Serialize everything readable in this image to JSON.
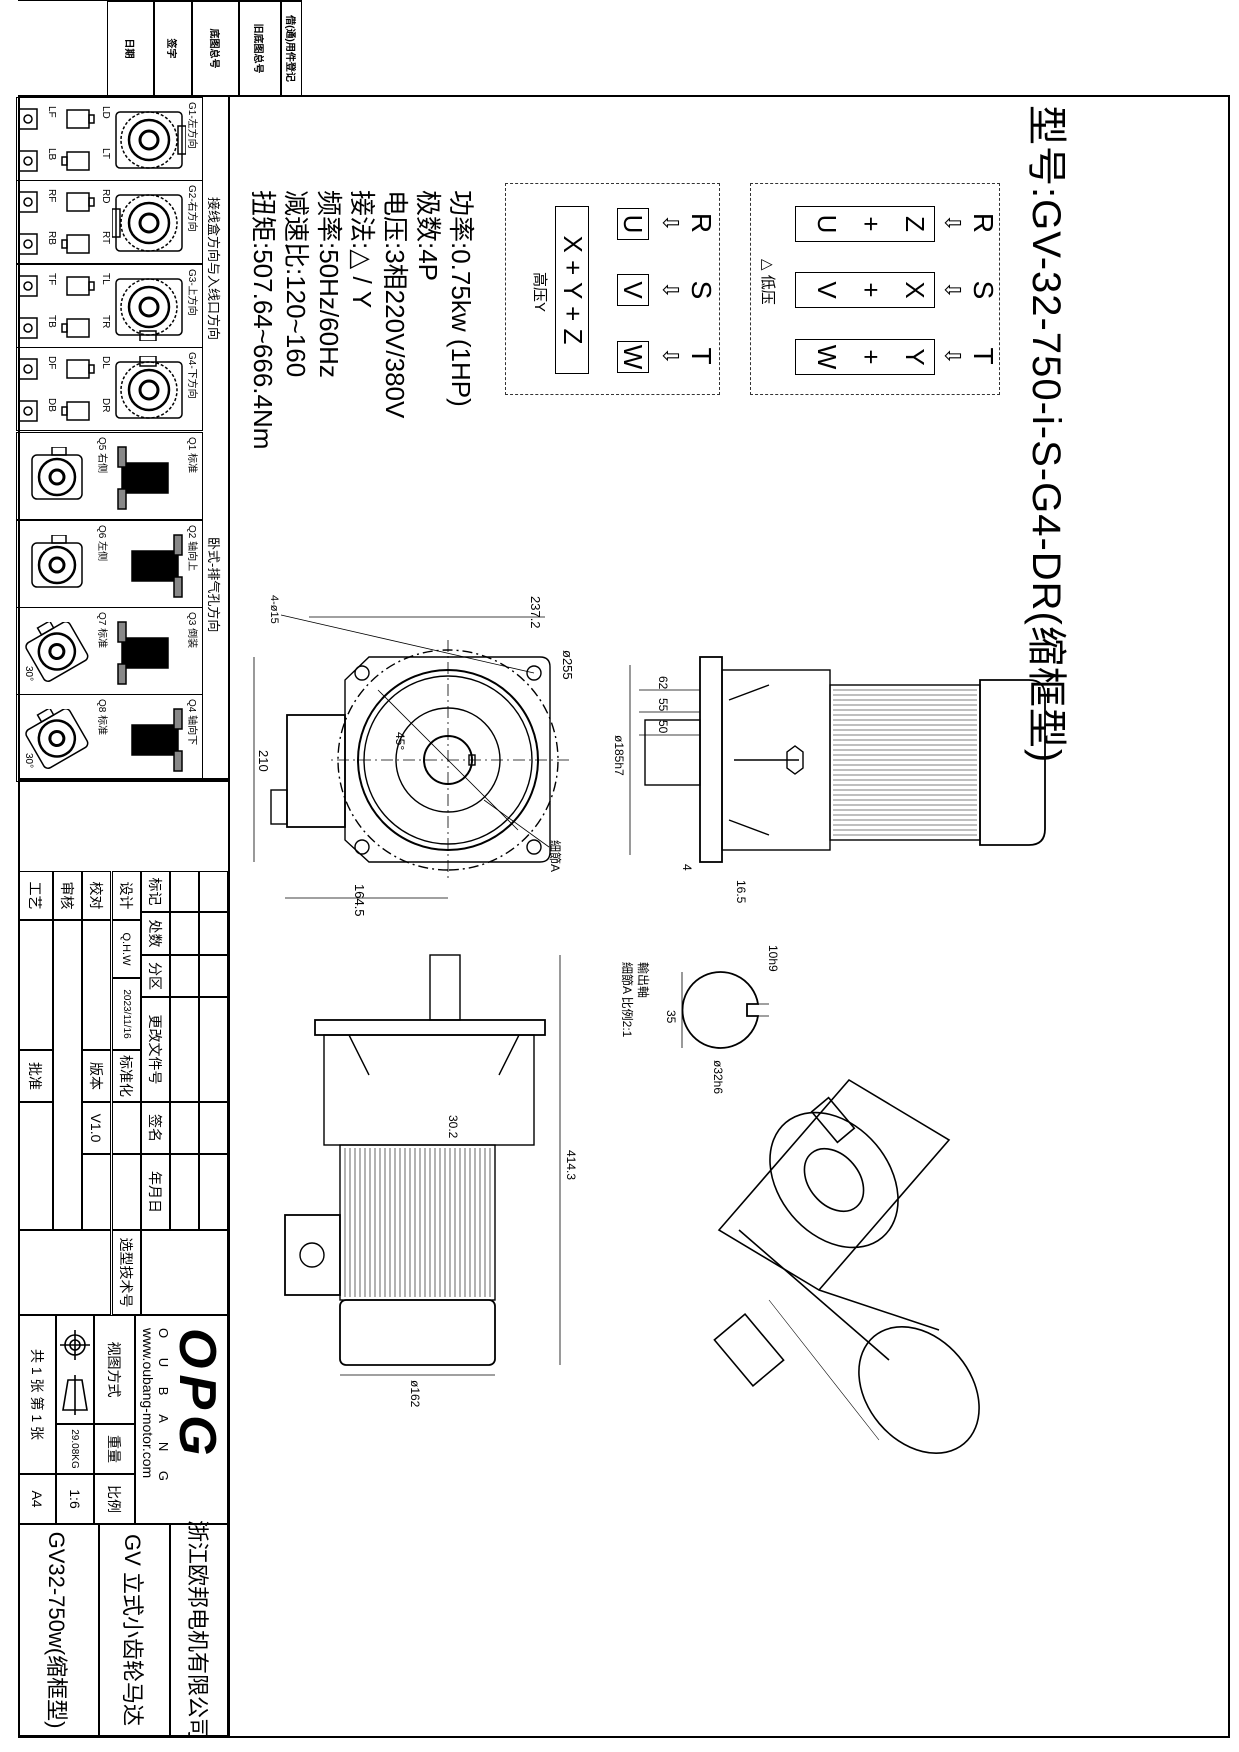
{
  "model_title": "型号:GV-32-750-i-S-G4-DR(缩框型)",
  "specs": [
    "功率:0.75kw (1HP)",
    "极数:4P",
    "电压:3相220V/380V",
    "接法:△ / Y",
    "频率:50Hz/60Hz",
    "减速比:120~160",
    "扭矩:507.64~666.4Nm"
  ],
  "wiring": {
    "low": {
      "label": "△ 低压",
      "supply": [
        "R",
        "S",
        "T"
      ],
      "arrow": "⇩",
      "top": [
        "Z",
        "X",
        "Y"
      ],
      "plus": "+",
      "bottom": [
        "U",
        "V",
        "W"
      ]
    },
    "high": {
      "label": "高压Y",
      "supply": [
        "R",
        "S",
        "T"
      ],
      "arrow": "⇩",
      "terminals": [
        "U",
        "V",
        "W"
      ],
      "star": "X + Y + Z"
    }
  },
  "dimensions": {
    "flange_width": "237.2",
    "bolt_holes": "4-ø15",
    "pcd": "ø255",
    "height": "210",
    "box_offset": "164.5",
    "angle": "45°",
    "detail_ref": "細節A",
    "d62": "62",
    "d55": "55",
    "d50": "50",
    "spigot": "ø185h7",
    "d4": "4",
    "d16_5": "16.5",
    "key": "10h9",
    "key_depth": "35",
    "shaft": "ø32h6",
    "output_shaft": "輸出軸",
    "detail_scale": "細節A 比例2:1",
    "length": "414.3",
    "offset": "30.2",
    "motor_dia": "ø162"
  },
  "options_panel": {
    "box_title": "接线盒方向与入线口方向",
    "vent_title": "卧式-排气孔方向",
    "g": [
      {
        "label": "G1-左方向",
        "a": [
          "LD",
          "LT"
        ],
        "b": [
          "LF",
          "LB"
        ]
      },
      {
        "label": "G2-右方向",
        "a": [
          "RD",
          "RT"
        ],
        "b": [
          "RF",
          "RB"
        ]
      },
      {
        "label": "G3-上方向",
        "a": [
          "TL",
          "TR"
        ],
        "b": [
          "TF",
          "TB"
        ]
      },
      {
        "label": "G4-下方向",
        "a": [
          "DL",
          "DR"
        ],
        "b": [
          "DF",
          "DB"
        ]
      }
    ],
    "q": [
      {
        "label": "Q1 标准",
        "sub": "Q5 右侧"
      },
      {
        "label": "Q2 轴向上",
        "sub": "Q6 左侧"
      },
      {
        "label": "Q3 倒装",
        "sub": "Q7 标准"
      },
      {
        "label": "Q4 轴向下",
        "sub": "Q8 标准"
      }
    ],
    "angle30": "30°"
  },
  "stub": [
    "借(通)用件登记",
    "旧底图总号",
    "底图总号",
    "签字",
    "日期"
  ],
  "title_block": {
    "rev_headers": [
      "标记",
      "处数",
      "分区",
      "更改文件号",
      "签名",
      "年月日"
    ],
    "design": "设计",
    "designer": "Q.H.W",
    "date": "2023/11/16",
    "standard": "标准化",
    "check": "校对",
    "version_label": "版本",
    "version": "V1.0",
    "review": "审核",
    "craft": "工艺",
    "approve": "批准",
    "selection_no": "选型技术号",
    "logo": "OPG",
    "brand": "O U B A N G",
    "website": "www.oubang-motor.com",
    "view_method": "视图方式",
    "weight_label": "重量",
    "scale_label": "比例",
    "weight": "29.08KG",
    "scale": "1:6",
    "sheets": "共 1 张 第 1 张",
    "paper": "A4",
    "company": "浙江欧邦电机有限公司",
    "product": "GV 立式小齿轮马达",
    "model": "GV32-750w(缩框型)"
  }
}
